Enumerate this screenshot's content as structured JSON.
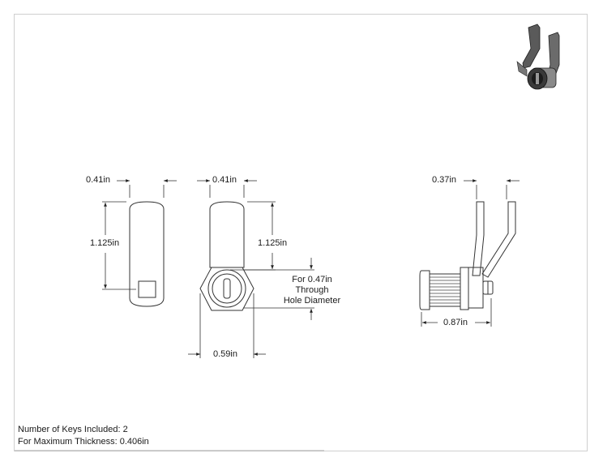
{
  "drawing": {
    "dimensions": {
      "width_left": "0.41in",
      "width_front": "0.41in",
      "height_left": "1.125in",
      "height_front": "1.125in",
      "nut_width": "0.59in",
      "side_cam_width": "0.37in",
      "side_length": "0.87in"
    },
    "hole_note": {
      "line1": "For 0.47in",
      "line2": "Through",
      "line3": "Hole Diameter"
    },
    "info": {
      "keys_included": "Number of Keys Included: 2",
      "max_thickness": "For Maximum Thickness: 0.406in"
    }
  }
}
